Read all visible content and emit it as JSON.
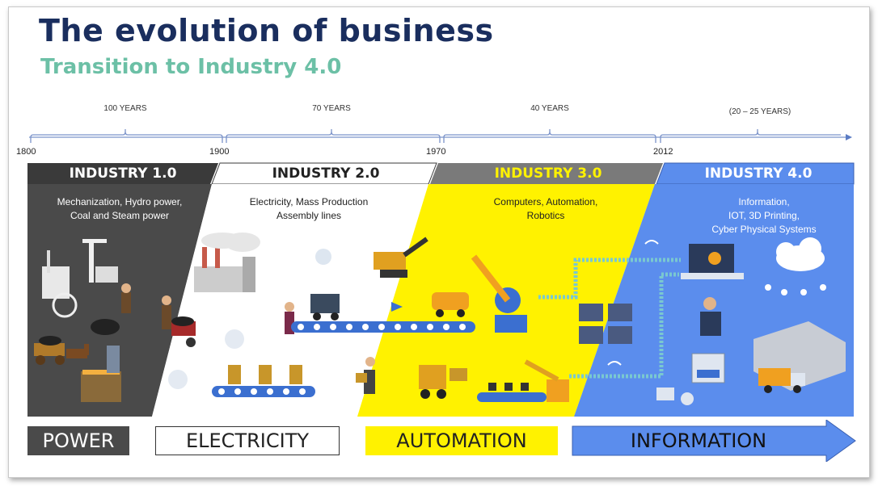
{
  "title": "The evolution of business",
  "subtitle": "Transition to Industry 4.0",
  "timeline": {
    "spans": [
      "100 YEARS",
      "70 YEARS",
      "40 YEARS",
      "(20 – 25 YEARS)"
    ],
    "years": [
      "1800",
      "1900",
      "1970",
      "2012"
    ]
  },
  "industries": [
    {
      "label": "INDUSTRY 1.0",
      "description": [
        "Mechanization, Hydro power,",
        "Coal and Steam power"
      ],
      "color": "#4a4a4a"
    },
    {
      "label": "INDUSTRY 2.0",
      "description": [
        "Electricity, Mass Production",
        "Assembly lines"
      ],
      "color": "#ffffff"
    },
    {
      "label": "INDUSTRY 3.0",
      "description": [
        "Computers, Automation,",
        "Robotics"
      ],
      "color": "#fff200"
    },
    {
      "label": "INDUSTRY 4.0",
      "description": [
        "Information,",
        "IOT, 3D Printing,",
        "Cyber Physical Systems"
      ],
      "color": "#5b8ded"
    }
  ],
  "eras": [
    "POWER",
    "ELECTRICITY",
    "AUTOMATION",
    "INFORMATION"
  ],
  "colors": {
    "title": "#1a2e5e",
    "subtitle": "#6cc0a6",
    "timeline": "#7b93c9",
    "power": "#4a4a4a",
    "automation": "#fff200",
    "information": "#5b8ded"
  }
}
